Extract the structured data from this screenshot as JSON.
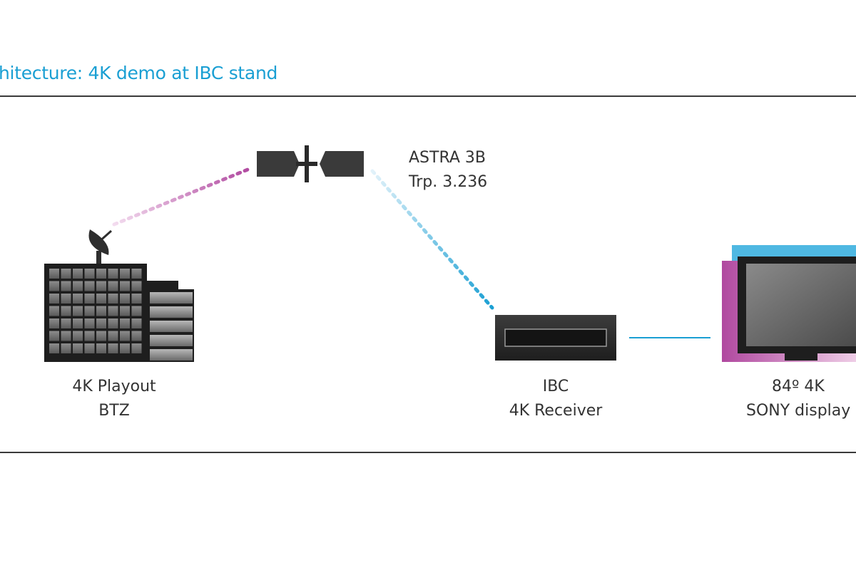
{
  "title": "hitecture: 4K demo at IBC stand",
  "colors": {
    "title": "#1a9fd3",
    "uplink": "#b0489f",
    "downlink": "#1a9fd3",
    "device": "#2e2e2e",
    "cable": "#1a9fd3"
  },
  "nodes": {
    "playout": {
      "line1": "4K Playout",
      "line2": "BTZ",
      "icon": "building-with-satellite-dish-icon"
    },
    "satellite": {
      "line1": "ASTRA 3B",
      "line2": "Trp. 3.236",
      "icon": "satellite-icon"
    },
    "receiver": {
      "line1": "IBC",
      "line2": "4K Receiver",
      "icon": "set-top-box-icon"
    },
    "display": {
      "line1": "84º 4K",
      "line2": "SONY display",
      "icon": "tv-display-icon"
    }
  }
}
